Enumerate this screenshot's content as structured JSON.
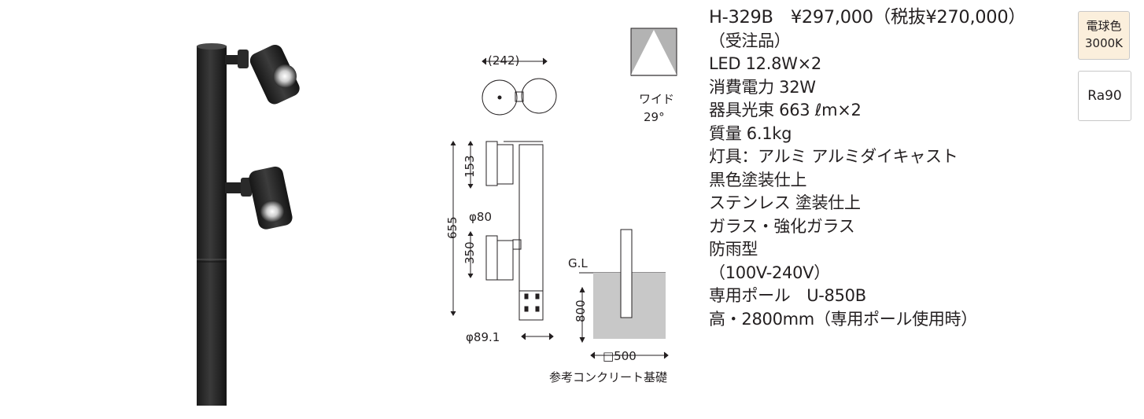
{
  "drawings": {
    "width_label": "(242)",
    "wide_label": "ワイド",
    "wide_angle": "29°",
    "dim_153": "153",
    "dim_655": "655",
    "dim_phi80": "φ80",
    "dim_350": "350",
    "dim_gl": "G.L",
    "dim_800": "800",
    "dim_phi891": "φ89.1",
    "dim_500": "□500",
    "foundation_label": "参考コンクリート基礎"
  },
  "spec": {
    "lines": [
      "H-329B　¥297,000（税抜¥270,000）",
      "（受注品）",
      "LED 12.8W×2",
      "消費電力 32W",
      "器具光束 663 ℓm×2",
      "質量 6.1kg",
      "灯具：アルミ アルミダイキャスト",
      "黒色塗装仕上",
      "ステンレス 塗装仕上",
      "ガラス・強化ガラス",
      "防雨型",
      "（100V-240V）",
      "専用ポール　U-850B",
      "高・2800mm（専用ポール使用時）"
    ]
  },
  "badges": {
    "color_label": "電球色",
    "color_temp": "3000K",
    "ra": "Ra90"
  },
  "colors": {
    "badge_color_bg": "#fbefdc",
    "pole": "#2b2b2b",
    "concrete": "#c8c8c8"
  }
}
